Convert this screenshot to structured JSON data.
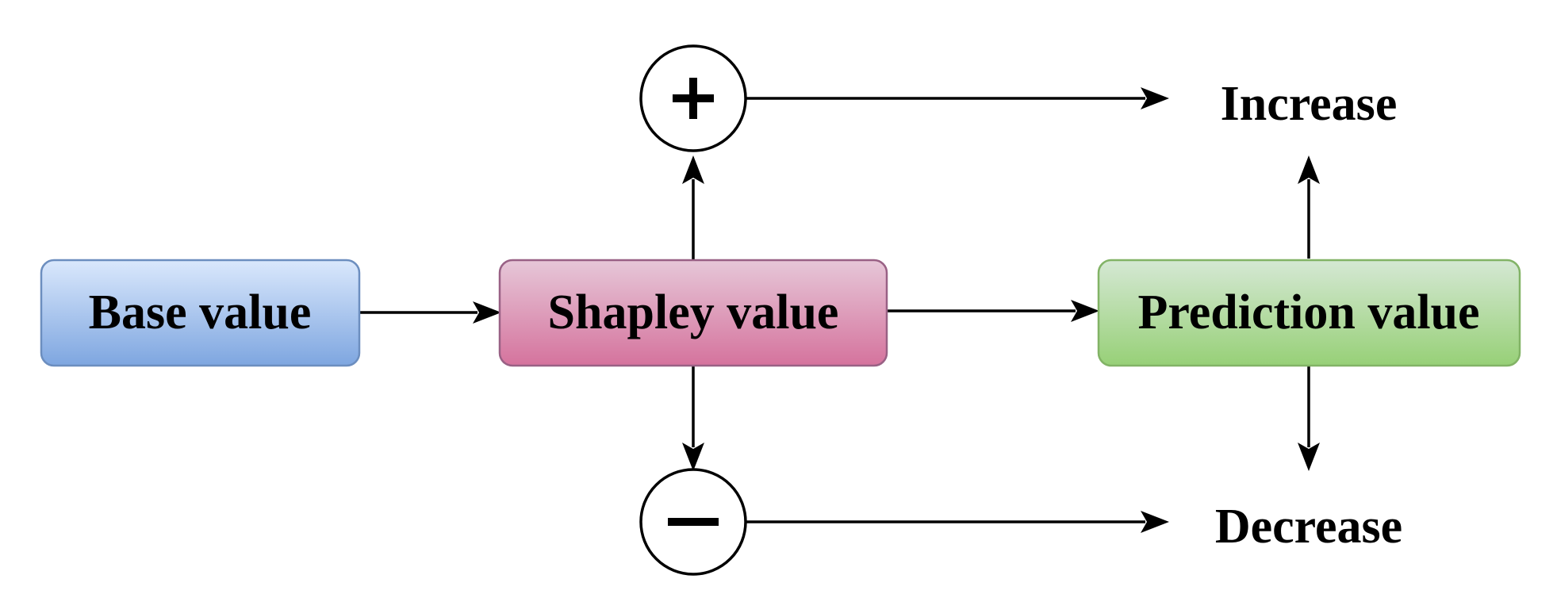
{
  "nodes": {
    "base": {
      "label": "Base value"
    },
    "shapley": {
      "label": "Shapley value"
    },
    "prediction": {
      "label": "Prediction value"
    }
  },
  "signs": {
    "plus": {
      "symbol": "+"
    },
    "minus": {
      "symbol": "−"
    }
  },
  "outcomes": {
    "increase": {
      "label": "Increase"
    },
    "decrease": {
      "label": "Decrease"
    }
  },
  "colors": {
    "base_top": "#dae8fc",
    "base_bottom": "#7ea6e0",
    "base_stroke": "#6c8ebf",
    "shapley_top": "#e6c7d8",
    "shapley_bottom": "#d5739d",
    "shapley_stroke": "#996185",
    "prediction_top": "#d5e8d4",
    "prediction_bottom": "#97d077",
    "prediction_stroke": "#82b366",
    "line": "#000000"
  }
}
